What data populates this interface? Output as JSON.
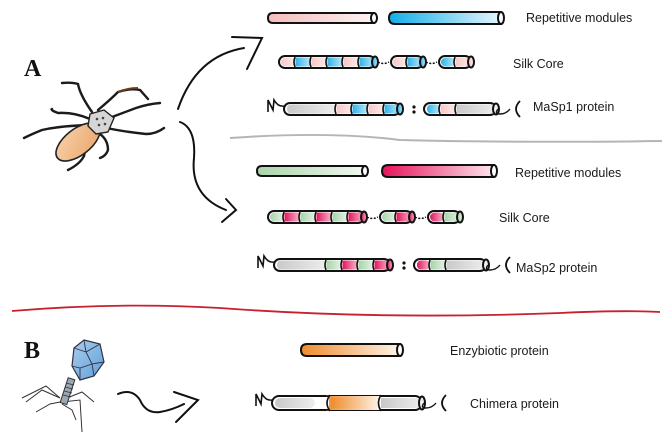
{
  "figure": {
    "panels": [
      {
        "id": "A",
        "label": "A",
        "organism": "spider",
        "groups": [
          {
            "protein": "MaSp1",
            "module_colors": [
              "#f6c9c9",
              "#29b6ec"
            ],
            "rows": [
              {
                "type": "repetitive-modules",
                "label": "Repetitive modules"
              },
              {
                "type": "silk-core",
                "label": "Silk Core",
                "segments": [
                  [
                    "a",
                    "b",
                    "a",
                    "b",
                    "a",
                    "b"
                  ],
                  [
                    "a",
                    "b"
                  ],
                  [
                    "b",
                    "a"
                  ]
                ]
              },
              {
                "type": "full-protein",
                "label": "MaSp1 protein",
                "segments": [
                  [
                    "g",
                    "a",
                    "b",
                    "a",
                    "b"
                  ],
                  [
                    "b",
                    "a",
                    "g"
                  ]
                ],
                "n_terminus": "N",
                "c_terminus": "C"
              }
            ]
          },
          {
            "protein": "MaSp2",
            "module_colors": [
              "#b9dcb9",
              "#e8195f"
            ],
            "rows": [
              {
                "type": "repetitive-modules",
                "label": "Repetitive modules"
              },
              {
                "type": "silk-core",
                "label": "Silk Core",
                "segments": [
                  [
                    "a",
                    "b",
                    "a",
                    "b",
                    "a",
                    "b"
                  ],
                  [
                    "a",
                    "b"
                  ],
                  [
                    "b",
                    "a"
                  ]
                ]
              },
              {
                "type": "full-protein",
                "label": "MaSp2 protein",
                "segments": [
                  [
                    "g",
                    "a",
                    "b",
                    "a",
                    "b"
                  ],
                  [
                    "b",
                    "a",
                    "g"
                  ]
                ],
                "n_terminus": "N",
                "c_terminus": "C"
              }
            ]
          }
        ]
      },
      {
        "id": "B",
        "label": "B",
        "organism": "bacteriophage",
        "module_color": "#f0953a",
        "rows": [
          {
            "type": "enzybiotic",
            "label": "Enzybiotic protein"
          },
          {
            "type": "chimera",
            "label": "Chimera protein",
            "n_terminus": "N",
            "c_terminus": "C"
          }
        ]
      }
    ],
    "colors": {
      "outline": "#111111",
      "spacer_gray": "#cfcfcf",
      "divider_gray": "#b5b5b5",
      "divider_red": "#c8202d",
      "spider_abdomen": "#f0b98a",
      "phage_head": "#7fb3e0"
    }
  }
}
